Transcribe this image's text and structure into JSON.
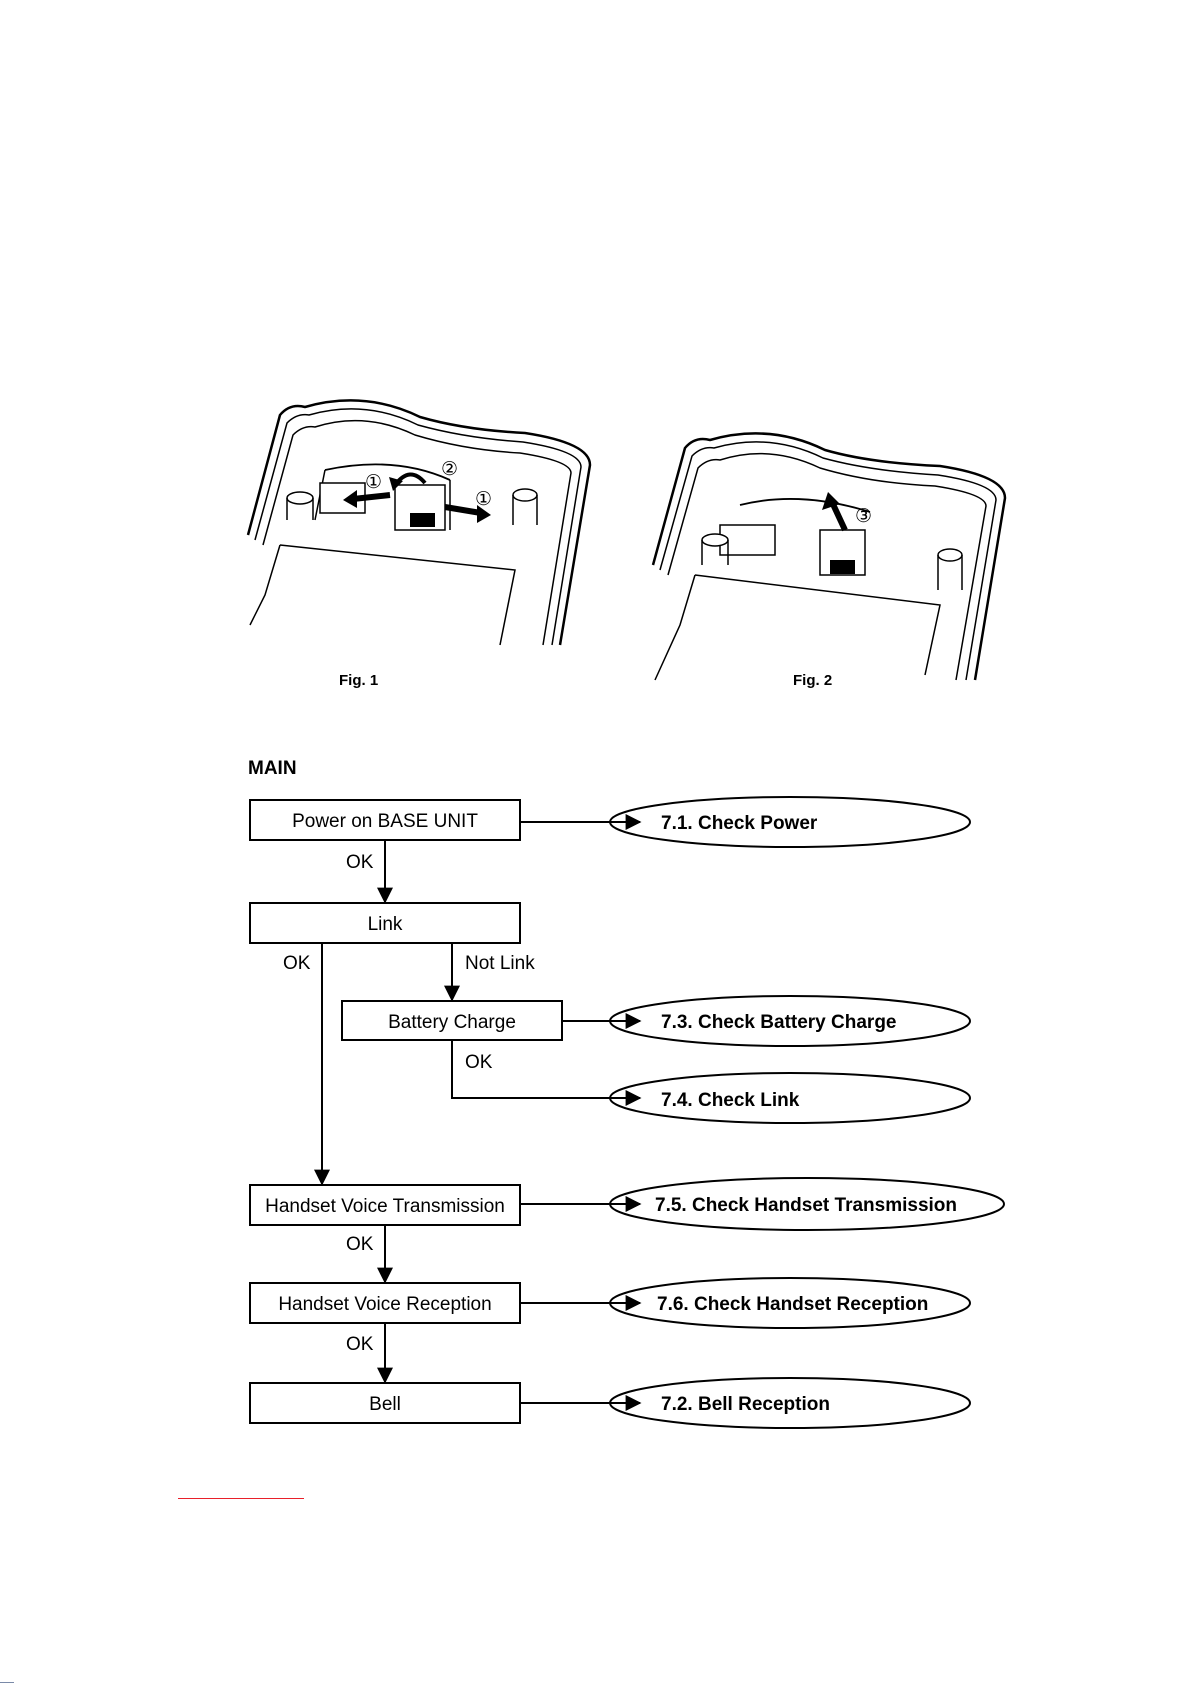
{
  "figures": {
    "fig1_label": "Fig. 1",
    "fig2_label": "Fig. 2",
    "fig1_markers": [
      "①",
      "②",
      "①"
    ],
    "fig2_markers": [
      "③"
    ]
  },
  "flowchart": {
    "title": "MAIN",
    "steps": {
      "power": "Power on BASE UNIT",
      "link": "Link",
      "battery": "Battery Charge",
      "transmission": "Handset Voice Transmission",
      "reception": "Handset Voice Reception",
      "bell": "Bell"
    },
    "checks": {
      "power": "7.1. Check Power",
      "battery": "7.3. Check Battery Charge",
      "link": "7.4. Check Link",
      "transmission": "7.5. Check Handset Transmission",
      "reception": "7.6. Check Handset Reception",
      "bell": "7.2. Bell Reception"
    },
    "edge_labels": {
      "power_to_link": "OK",
      "link_ok": "OK",
      "link_not": "Not Link",
      "battery_ok": "OK",
      "transmission_ok": "OK",
      "reception_ok": "OK"
    }
  },
  "colors": {
    "line": "#000000",
    "rule": "#e8202a"
  }
}
